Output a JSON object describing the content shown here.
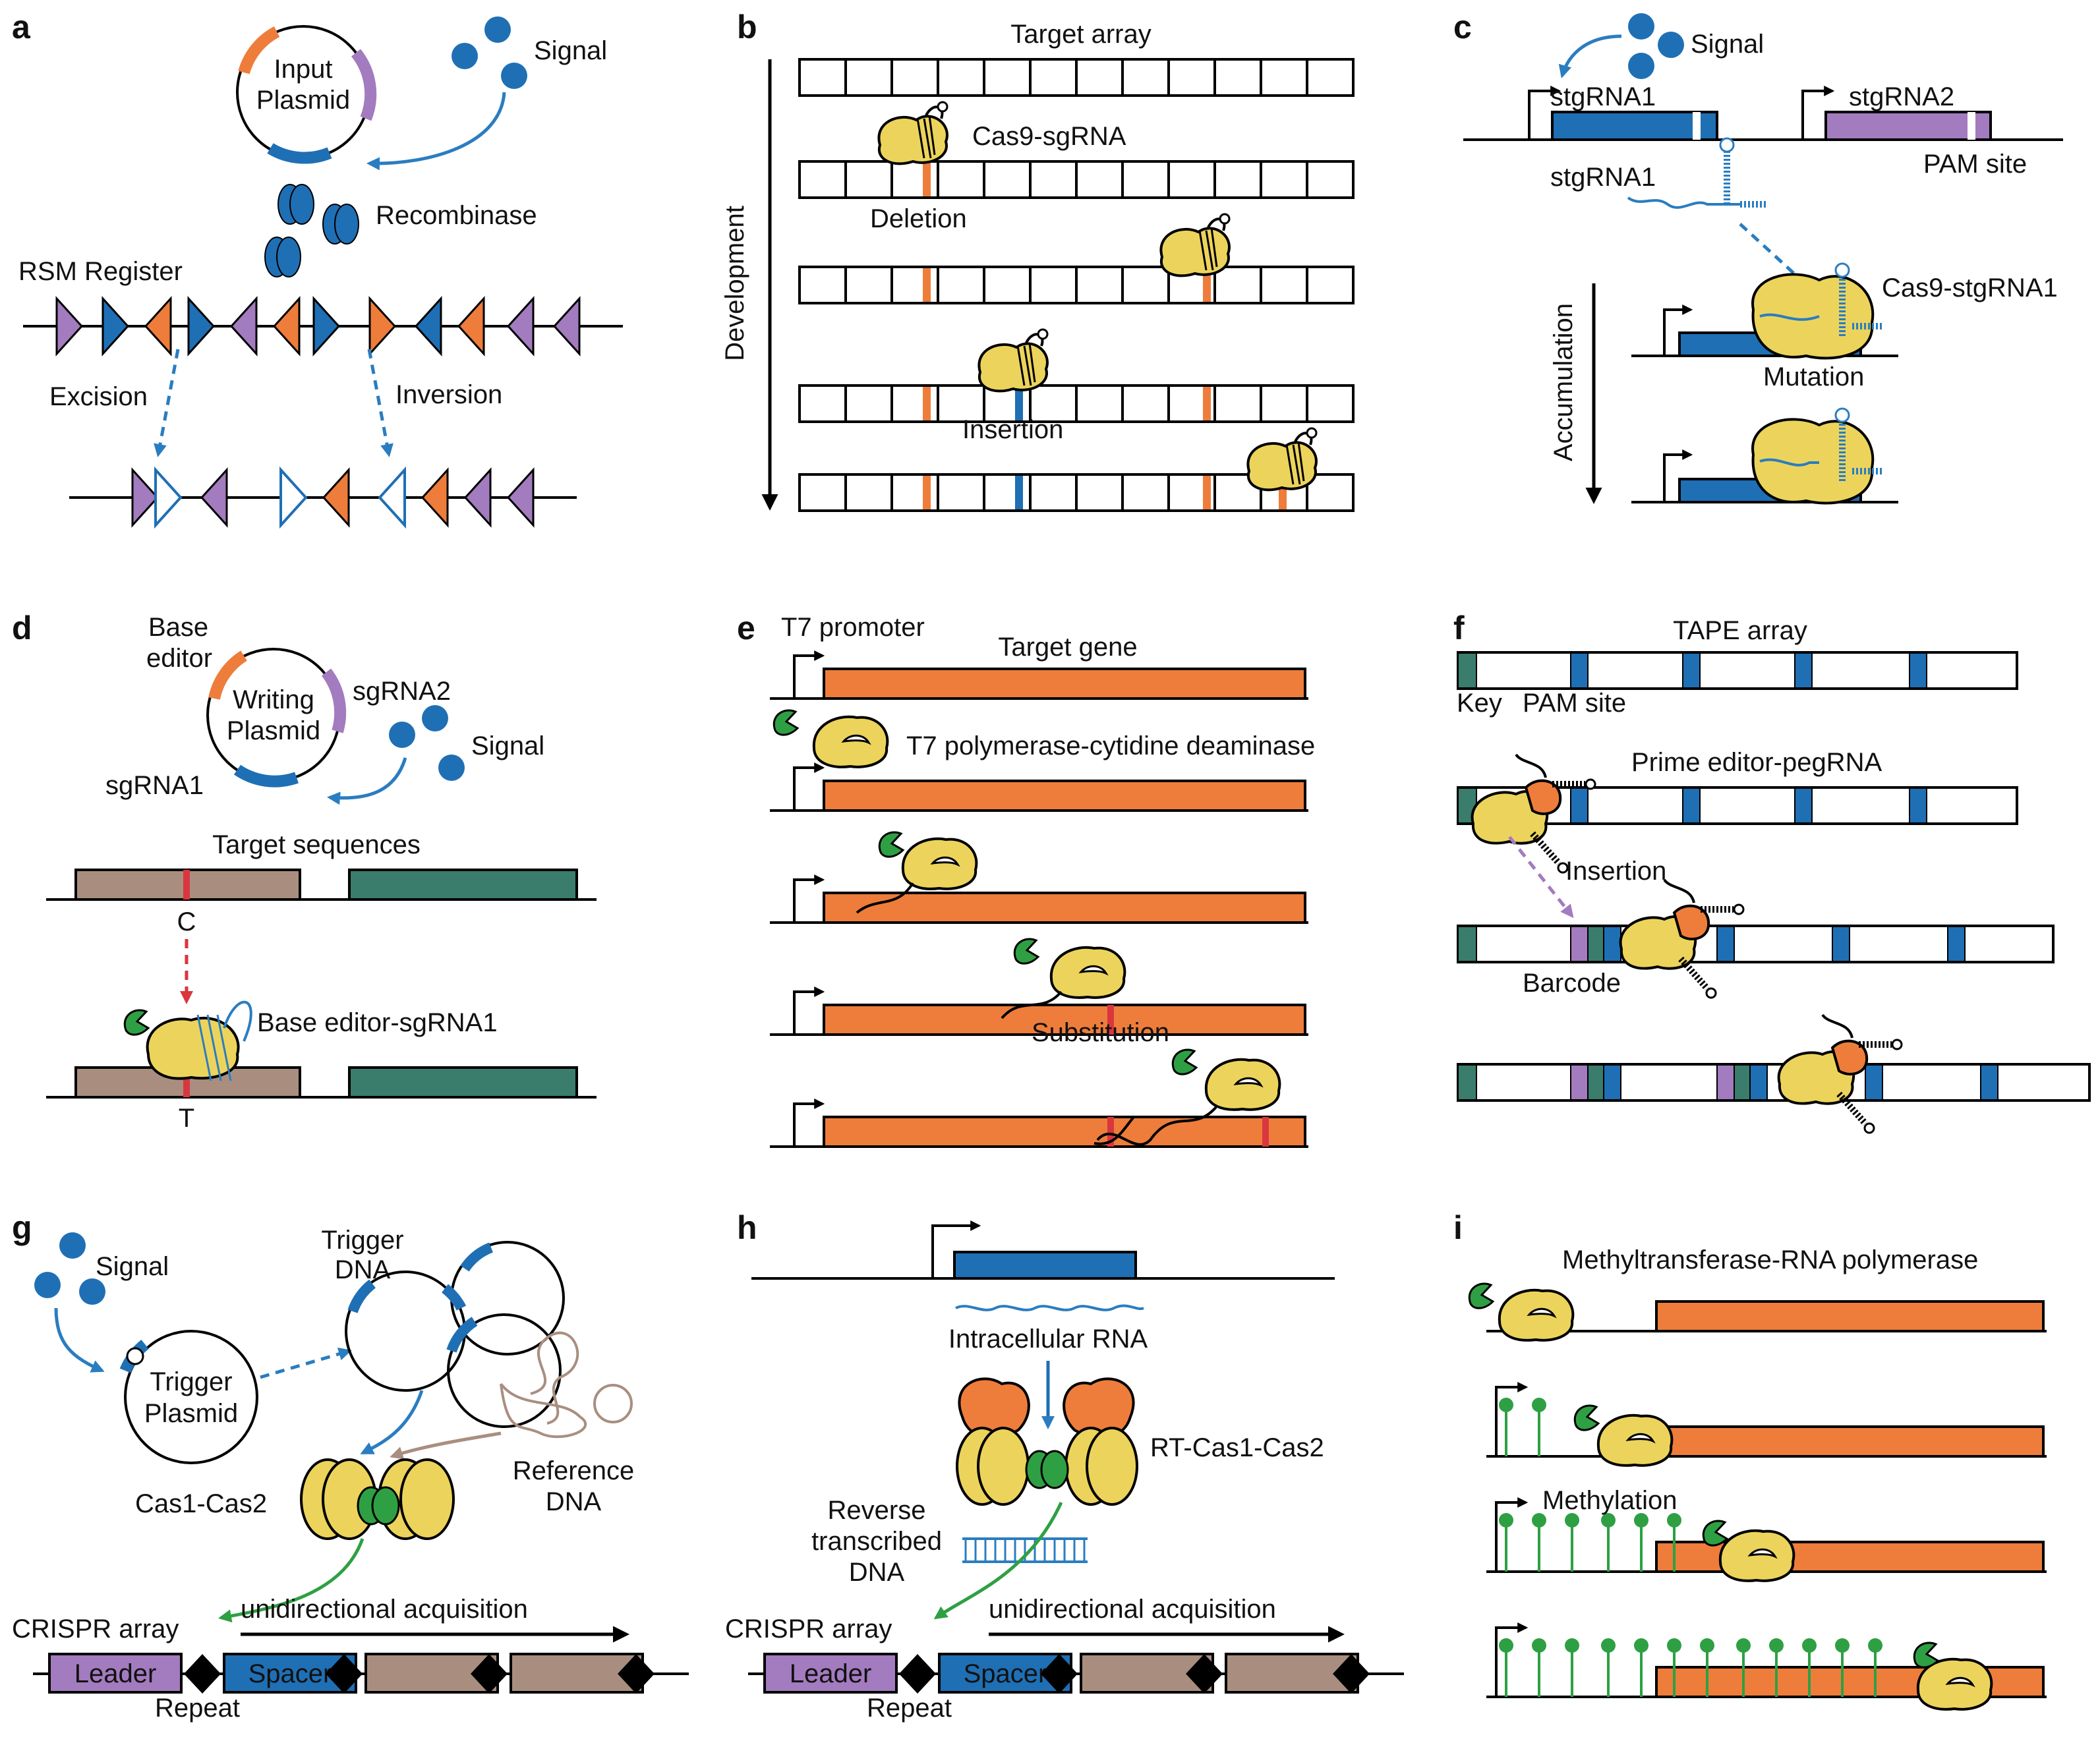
{
  "colors": {
    "orange": "#ee7d3b",
    "purple": "#a37bbf",
    "blue": "#1f6fb5",
    "teal": "#3a7d6c",
    "brown": "#a98e80",
    "yellow": "#ecd45c",
    "green": "#2ea043",
    "red": "#d9363e"
  },
  "panels": {
    "a": {
      "letter": "a",
      "input_plasmid": [
        "Input",
        "Plasmid"
      ],
      "signal": "Signal",
      "recombinase": "Recombinase",
      "register": "RSM Register",
      "excision": "Excision",
      "inversion": "Inversion"
    },
    "b": {
      "letter": "b",
      "target_array": "Target array",
      "cas9": "Cas9-sgRNA",
      "deletion": "Deletion",
      "insertion": "Insertion",
      "development": "Development"
    },
    "c": {
      "letter": "c",
      "signal": "Signal",
      "stgrna1": "stgRNA1",
      "stgrna2": "stgRNA2",
      "pam": "PAM site",
      "stgrna1_rna": "stgRNA1",
      "cas9": "Cas9-stgRNA1",
      "mutation": "Mutation",
      "accumulation": "Accumulation"
    },
    "d": {
      "letter": "d",
      "base_editor": [
        "Base",
        "editor"
      ],
      "writing_plasmid": [
        "Writing",
        "Plasmid"
      ],
      "sgrna2": "sgRNA2",
      "sgrna1": "sgRNA1",
      "signal": "Signal",
      "target_sequences": "Target sequences",
      "c": "C",
      "t": "T",
      "be_sgrna1": "Base editor-sgRNA1"
    },
    "e": {
      "letter": "e",
      "t7": "T7 promoter",
      "target_gene": "Target gene",
      "polymerase": "T7 polymerase-cytidine deaminase",
      "substitution": "Substitution"
    },
    "f": {
      "letter": "f",
      "tape": "TAPE array",
      "key": "Key",
      "pam": "PAM site",
      "prime": "Prime editor-pegRNA",
      "insertion": "Insertion",
      "barcode": "Barcode"
    },
    "g": {
      "letter": "g",
      "signal": "Signal",
      "trigger_dna": [
        "Trigger",
        "DNA"
      ],
      "trigger_plasmid": [
        "Trigger",
        "Plasmid"
      ],
      "reference_dna": [
        "Reference",
        "DNA"
      ],
      "cas": "Cas1-Cas2",
      "crispr": "CRISPR array",
      "unidirectional": "unidirectional acquisition",
      "leader": "Leader",
      "spacer": "Spacer",
      "repeat": "Repeat"
    },
    "h": {
      "letter": "h",
      "intracellular": "Intracellular RNA",
      "rt": "RT-Cas1-Cas2",
      "reverse": [
        "Reverse",
        "transcribed",
        "DNA"
      ],
      "crispr": "CRISPR array",
      "unidirectional": "unidirectional acquisition",
      "leader": "Leader",
      "spacer": "Spacer",
      "repeat": "Repeat"
    },
    "i": {
      "letter": "i",
      "mrp": "Methyltransferase-RNA polymerase",
      "methylation": "Methylation"
    }
  }
}
